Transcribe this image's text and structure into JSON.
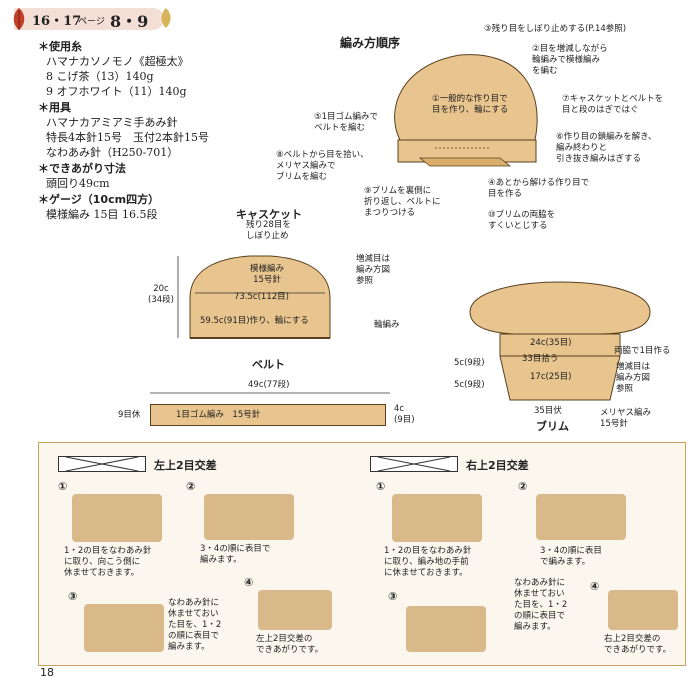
{
  "header": {
    "pages": "16・17",
    "pages_suffix": "ページ",
    "pattern_no": "8・9"
  },
  "materials": {
    "yarn_heading": "＊使用糸",
    "yarn_brand": "ハマナカソノモノ《超極太》",
    "yarn_1": "8 こげ茶（13）140g",
    "yarn_2": "9 オフホワイト（11）140g",
    "tools_heading": "＊用具",
    "tools_brand": "ハマナカアミアミ手あみ針",
    "tools_1": "特長4本針15号　玉付2本針15号",
    "tools_2": "なわあみ針（H250-701）",
    "size_heading": "＊できあがり寸法",
    "size_1": "頭回り49cm",
    "gauge_heading": "＊ゲージ（10cm四方）",
    "gauge_1": "模様編み 15目 16.5段"
  },
  "order": {
    "title": "編み方順序",
    "steps": [
      "①一般的な作り目で\n目を作り、輪にする",
      "②目を増減しながら\n輪編みで模様編み\nを編む",
      "③残り目をしぼり止めする(P.14参照)",
      "④あとから解ける作り目で\n目を作る",
      "⑤1目ゴム編みで\nベルトを編む",
      "⑥作り目の鎖編みを解き、\n編み終わりと\n引き抜き編みはぎする",
      "⑦キャスケットとベルトを\n目と段のはぎではぐ",
      "⑧ベルトから目を拾い、\nメリヤス編みで\nブリムを編む",
      "⑨ブリムを裏側に\n折り返し、ベルトに\nまつりつける",
      "⑩ブリムの両脇を\nすくいとじする"
    ]
  },
  "casquette": {
    "title": "キャスケット",
    "top_note": "残り28目を\nしぼり止め",
    "pattern_label": "模様編み\n15号針",
    "width_label": "73.5c(112目)",
    "height_label": "20c\n(34段)",
    "cast_on_label": "59.5c(91目)作り、輪にする",
    "side_note": "増減目は\n編み方図\n参照",
    "bottom_note": "輪編み"
  },
  "belt": {
    "title": "ベルト",
    "width_label": "49c(77段)",
    "body_label": "1目ゴム編み　15号針",
    "left_label": "9目休",
    "right_label": "4c\n(9目)"
  },
  "brim": {
    "title": "ブリム",
    "pick_up_top": "24c(35目)",
    "picked": "33目拾う",
    "bottom_width": "17c(25目)",
    "bind_off": "35目伏",
    "height_1": "5c(9段)",
    "height_2": "5c(9段)",
    "side_note_1": "両脇で1目作る",
    "side_note_2": "増減目は\n編み方図\n参照",
    "stitch_note": "メリヤス編み\n15号針"
  },
  "cross_left": {
    "title": "左上2目交差",
    "step1": "1・2の目をなわあみ針\nに取り、向こう側に\n休ませておきます。",
    "step2": "3・4の順に表目で\n編みます。",
    "step3": "なわあみ針に\n休ませておい\nた目を、1・2\nの順に表目で\n編みます。",
    "step4": "左上2目交差の\nできあがりです。"
  },
  "cross_right": {
    "title": "右上2目交差",
    "step1": "1・2の目をなわあみ針\nに取り、編み地の手前\nに休ませておきます。",
    "step2": "3・4の順に表目\nで編みます。",
    "step3": "なわあみ針に\n休ませておい\nた目を、1・2\nの順に表目で\n編みます。",
    "step4": "右上2目交差の\nできあがりです。"
  },
  "footer": {
    "page_number": "18"
  },
  "colors": {
    "yarn_tan": "#e8c48e",
    "outline": "#5a4020",
    "header_bg": "#f3dfd5"
  }
}
